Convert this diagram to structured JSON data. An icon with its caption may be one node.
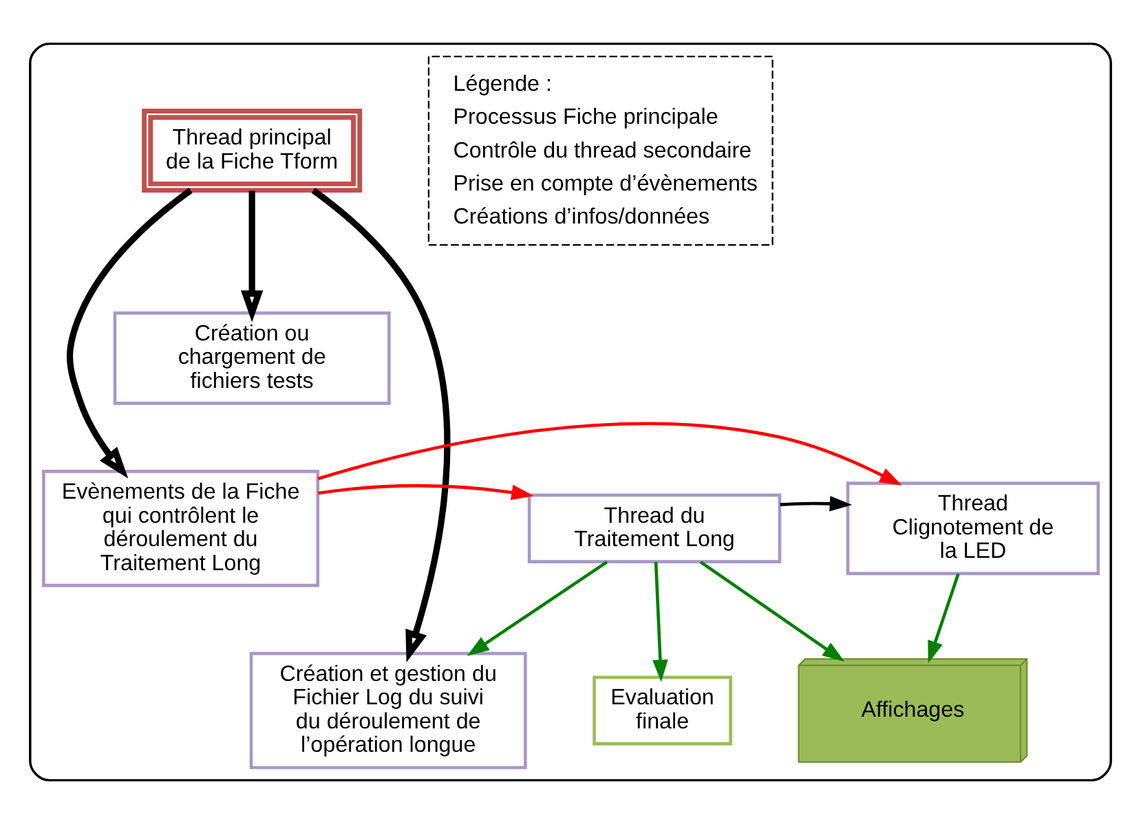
{
  "diagram": {
    "nodes": [
      {
        "text": [],
        "shape": "box"
      },
      {
        "text": [
          "Thread principal de la Fiche Tform"
        ],
        "in": 0
      },
      {
        "text": [
          "Création ou chargement de fichiers tests"
        ],
        "in": 0
      },
      {
        "text": [
          "Evènements de la Fiche qui contrôlent le déroulement du Traitement Long"
        ],
        "in": 0
      },
      {
        "text": [
          "Thread du Traitement Long"
        ],
        "in": 0
      },
      {
        "text": [
          "Thread Clignotement de la LED"
        ],
        "in": 0
      },
      {
        "text": [
          "Création et gestion du Fichier Log du suivi du déroulement de l’opération longue"
        ],
        "in": 0
      },
      {
        "text": [
          "Evaluation finale"
        ],
        "in": 0
      },
      {
        "text": [
          "Affichages"
        ],
        "in": 0
      }
    ],
    "edges": [
      {
        "from": 1,
        "to": 2,
        "arrow": "to",
        "style": "thick",
        "color": "#000000"
      },
      {
        "from": 1,
        "to": 3,
        "arrow": "to",
        "style": "thick",
        "color": "#000000"
      },
      {
        "from": 1,
        "to": 6,
        "arrow": "to",
        "style": "thick",
        "color": "#000000"
      },
      {
        "from": 3,
        "to": 4,
        "arrow": "to",
        "color": "#ff0000"
      },
      {
        "from": 3,
        "to": 5,
        "arrow": "to",
        "color": "#ff0000"
      },
      {
        "from": 4,
        "to": 5,
        "arrow": "to",
        "color": "#000000"
      },
      {
        "from": 4,
        "to": 6,
        "arrow": "to",
        "color": "#008000"
      },
      {
        "from": 4,
        "to": 7,
        "arrow": "to",
        "color": "#008000"
      },
      {
        "from": 4,
        "to": 8,
        "arrow": "to",
        "color": "#008000"
      },
      {
        "from": 5,
        "to": 8,
        "arrow": "to",
        "color": "#008000"
      }
    ],
    "labels": [
      "Légende :"
    ],
    "legend": [
      {
        "text": "Processus Fiche principale"
      },
      {
        "text": "Contrôle du thread secondaire"
      },
      {
        "text": "Prise en compte d’évènements"
      },
      {
        "text": "Créations d’infos/données"
      }
    ]
  }
}
